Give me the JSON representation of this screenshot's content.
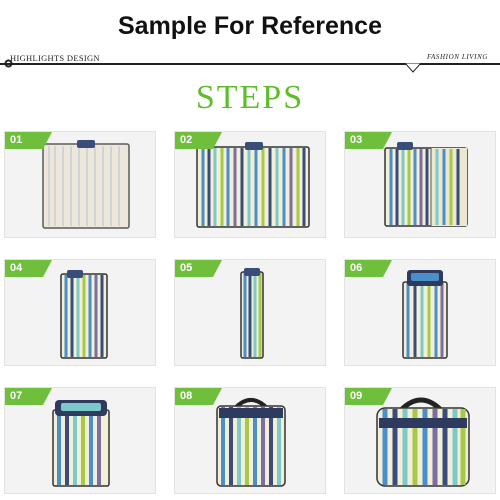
{
  "header": {
    "title": "Sample For Reference",
    "highlights_label": "HIGHLIGHTS DESIGN",
    "brand_label": "FASHION LIVING",
    "heading": "STEPS"
  },
  "colors": {
    "accent_green": "#6fbf3d",
    "heading_green": "#5cbf2a",
    "stripe_blue": "#4a8fc9",
    "stripe_navy": "#3a4d7a",
    "stripe_teal": "#7cc9c9",
    "stripe_lime": "#a6c94a",
    "stripe_cream": "#f3eed7",
    "fleece": "#f1ece4"
  },
  "steps": [
    {
      "label": "01",
      "icon": "flat-mat-back-icon"
    },
    {
      "label": "02",
      "icon": "flat-mat-striped-icon"
    },
    {
      "label": "03",
      "icon": "fold-half-icon"
    },
    {
      "label": "04",
      "icon": "fold-again-icon"
    },
    {
      "label": "05",
      "icon": "long-strip-icon"
    },
    {
      "label": "06",
      "icon": "fold-up-icon"
    },
    {
      "label": "07",
      "icon": "roll-fold-icon"
    },
    {
      "label": "08",
      "icon": "bag-front-icon"
    },
    {
      "label": "09",
      "icon": "bag-closed-icon"
    }
  ]
}
